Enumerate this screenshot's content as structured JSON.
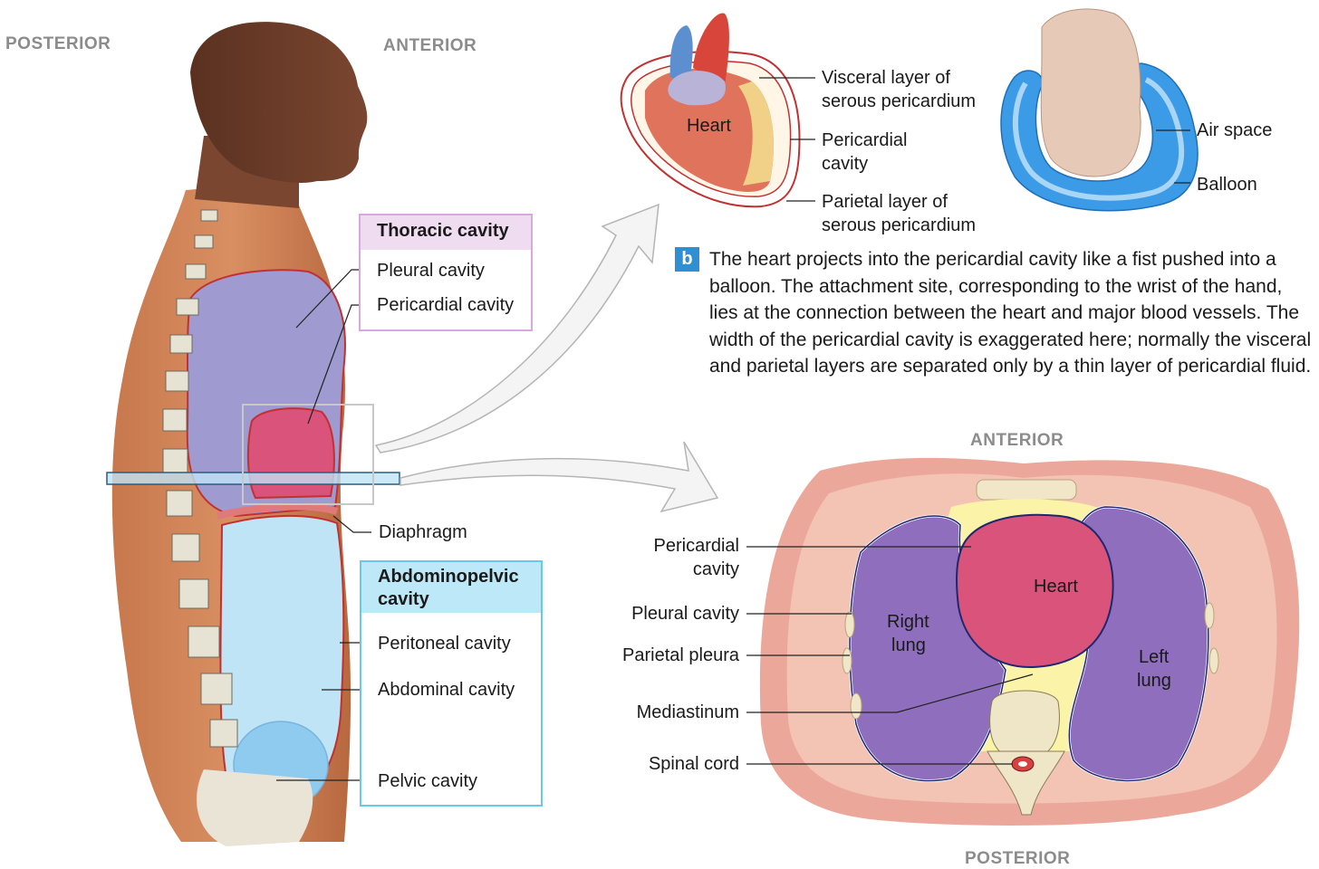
{
  "orientation": {
    "left_posterior": "POSTERIOR",
    "left_anterior": "ANTERIOR",
    "section_anterior": "ANTERIOR",
    "section_posterior": "POSTERIOR"
  },
  "body_labels": {
    "thoracic_header": "Thoracic cavity",
    "pleural_cavity": "Pleural cavity",
    "pericardial_cavity": "Pericardial cavity",
    "diaphragm": "Diaphragm",
    "abdominopelvic_header_1": "Abdominopelvic",
    "abdominopelvic_header_2": "cavity",
    "peritoneal_cavity": "Peritoneal cavity",
    "abdominal_cavity": "Abdominal cavity",
    "pelvic_cavity": "Pelvic cavity"
  },
  "heart_diagram": {
    "heart": "Heart",
    "visceral_1": "Visceral layer of",
    "visceral_2": "serous pericardium",
    "pericardial_1": "Pericardial",
    "pericardial_2": "cavity",
    "parietal_1": "Parietal layer of",
    "parietal_2": "serous pericardium",
    "air_space": "Air space",
    "balloon": "Balloon"
  },
  "caption": {
    "badge": "b",
    "text": "The heart projects into the pericardial cavity like a fist pushed into a balloon. The attachment site, corresponding to the wrist of the hand, lies at the connection between the heart and major blood vessels. The width of the pericardial cavity is exaggerated here; normally the visceral and parietal layers are separated only by a thin layer of pericardial fluid."
  },
  "cross_section": {
    "pericardial_1": "Pericardial",
    "pericardial_2": "cavity",
    "pleural_cavity": "Pleural cavity",
    "parietal_pleura": "Parietal pleura",
    "mediastinum": "Mediastinum",
    "spinal_cord": "Spinal cord",
    "heart": "Heart",
    "right_lung_1": "Right",
    "right_lung_2": "lung",
    "left_lung_1": "Left",
    "left_lung_2": "lung"
  },
  "colors": {
    "thoracic_border": "#d9a8de",
    "abdominal_border": "#67c9ec",
    "lung": "#8a6fb8",
    "heart": "#d9537a",
    "badge": "#2f8fd0"
  }
}
